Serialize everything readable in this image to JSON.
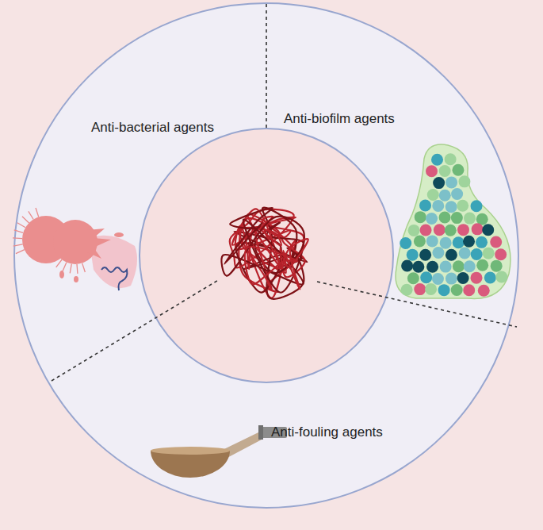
{
  "diagram": {
    "labels": [
      "Anti-bacterial agents",
      "Anti-biofilm agents",
      "Anti-fouling agents"
    ]
  }
}
